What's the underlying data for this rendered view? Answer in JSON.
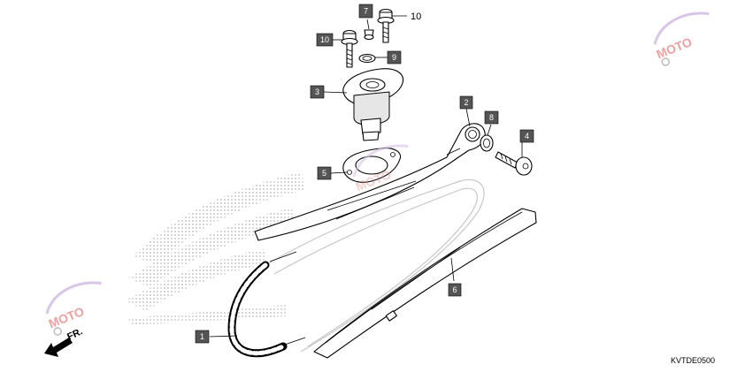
{
  "diagram": {
    "code": "KVTDE0500",
    "direction_label": "FR.",
    "callouts": [
      {
        "id": "c1",
        "label": "1"
      },
      {
        "id": "c2",
        "label": "2"
      },
      {
        "id": "c3",
        "label": "3"
      },
      {
        "id": "c4",
        "label": "4"
      },
      {
        "id": "c5",
        "label": "5"
      },
      {
        "id": "c6",
        "label": "6"
      },
      {
        "id": "c7",
        "label": "7"
      },
      {
        "id": "c8",
        "label": "8"
      },
      {
        "id": "c9",
        "label": "9"
      },
      {
        "id": "c10a",
        "label": "10"
      },
      {
        "id": "c10b",
        "label": "10"
      }
    ],
    "watermark_logo": "moto-logo",
    "colors": {
      "callout_fill": "#555555",
      "line": "#000000",
      "background": "#ffffff"
    }
  }
}
